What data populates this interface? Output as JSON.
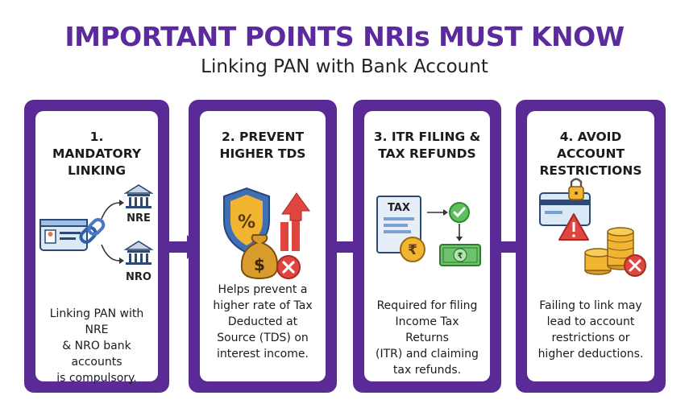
{
  "header": {
    "title": "IMPORTANT POINTS NRIs MUST KNOW",
    "subtitle": "Linking PAN with Bank Account"
  },
  "cards": [
    {
      "title_line1": "1. MANDATORY",
      "title_line2": "LINKING",
      "labels": [
        "NRE",
        "NRO"
      ],
      "desc_lines": [
        "Linking PAN with NRE",
        "& NRO bank accounts",
        "is compulsory."
      ],
      "icons": [
        "pan-card-icon",
        "chain-link-icon",
        "bank-icon"
      ]
    },
    {
      "title_line1": "2. PREVENT",
      "title_line2": "HIGHER TDS",
      "desc_lines": [
        "Helps prevent a",
        "higher rate of Tax",
        "Deducted at",
        "Source (TDS) on",
        "interest income."
      ],
      "icons": [
        "shield-percent-icon",
        "money-bag-icon",
        "rising-arrow-icon",
        "cross-icon"
      ]
    },
    {
      "title_line1": "3. ITR FILING &",
      "title_line2": "TAX REFUNDS",
      "labels": [
        "TAX"
      ],
      "desc_lines": [
        "Required for filing",
        "Income Tax Returns",
        "(ITR) and claiming",
        "tax refunds."
      ],
      "icons": [
        "tax-document-icon",
        "rupee-coin-icon",
        "check-icon",
        "banknote-icon"
      ]
    },
    {
      "title_line1": "4. AVOID ACCOUNT",
      "title_line2": "RESTRICTIONS",
      "desc_lines": [
        "Failing to link may",
        "lead to account",
        "restrictions or",
        "higher deductions."
      ],
      "icons": [
        "locked-card-icon",
        "warning-icon",
        "coin-stack-icon",
        "cross-icon"
      ]
    }
  ],
  "colors": {
    "brand_purple": "#5a2a96",
    "title_purple": "#5b2a9c",
    "gold": "#f2b531",
    "red": "#e0463f",
    "green": "#4caf50",
    "blue": "#4a78c2"
  }
}
